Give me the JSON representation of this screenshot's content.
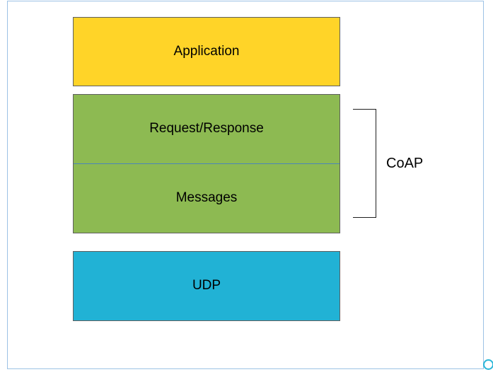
{
  "diagram": {
    "boxes": {
      "application": {
        "label": "Application",
        "color": "#ffd428"
      },
      "request_response": {
        "label": "Request/Response",
        "color": "#8dba52"
      },
      "messages": {
        "label": "Messages",
        "color": "#8dba52"
      },
      "udp": {
        "label": "UDP",
        "color": "#21b2d5"
      }
    },
    "bracket": {
      "label": "CoAP"
    },
    "frame_color": "#9cc2e5"
  }
}
